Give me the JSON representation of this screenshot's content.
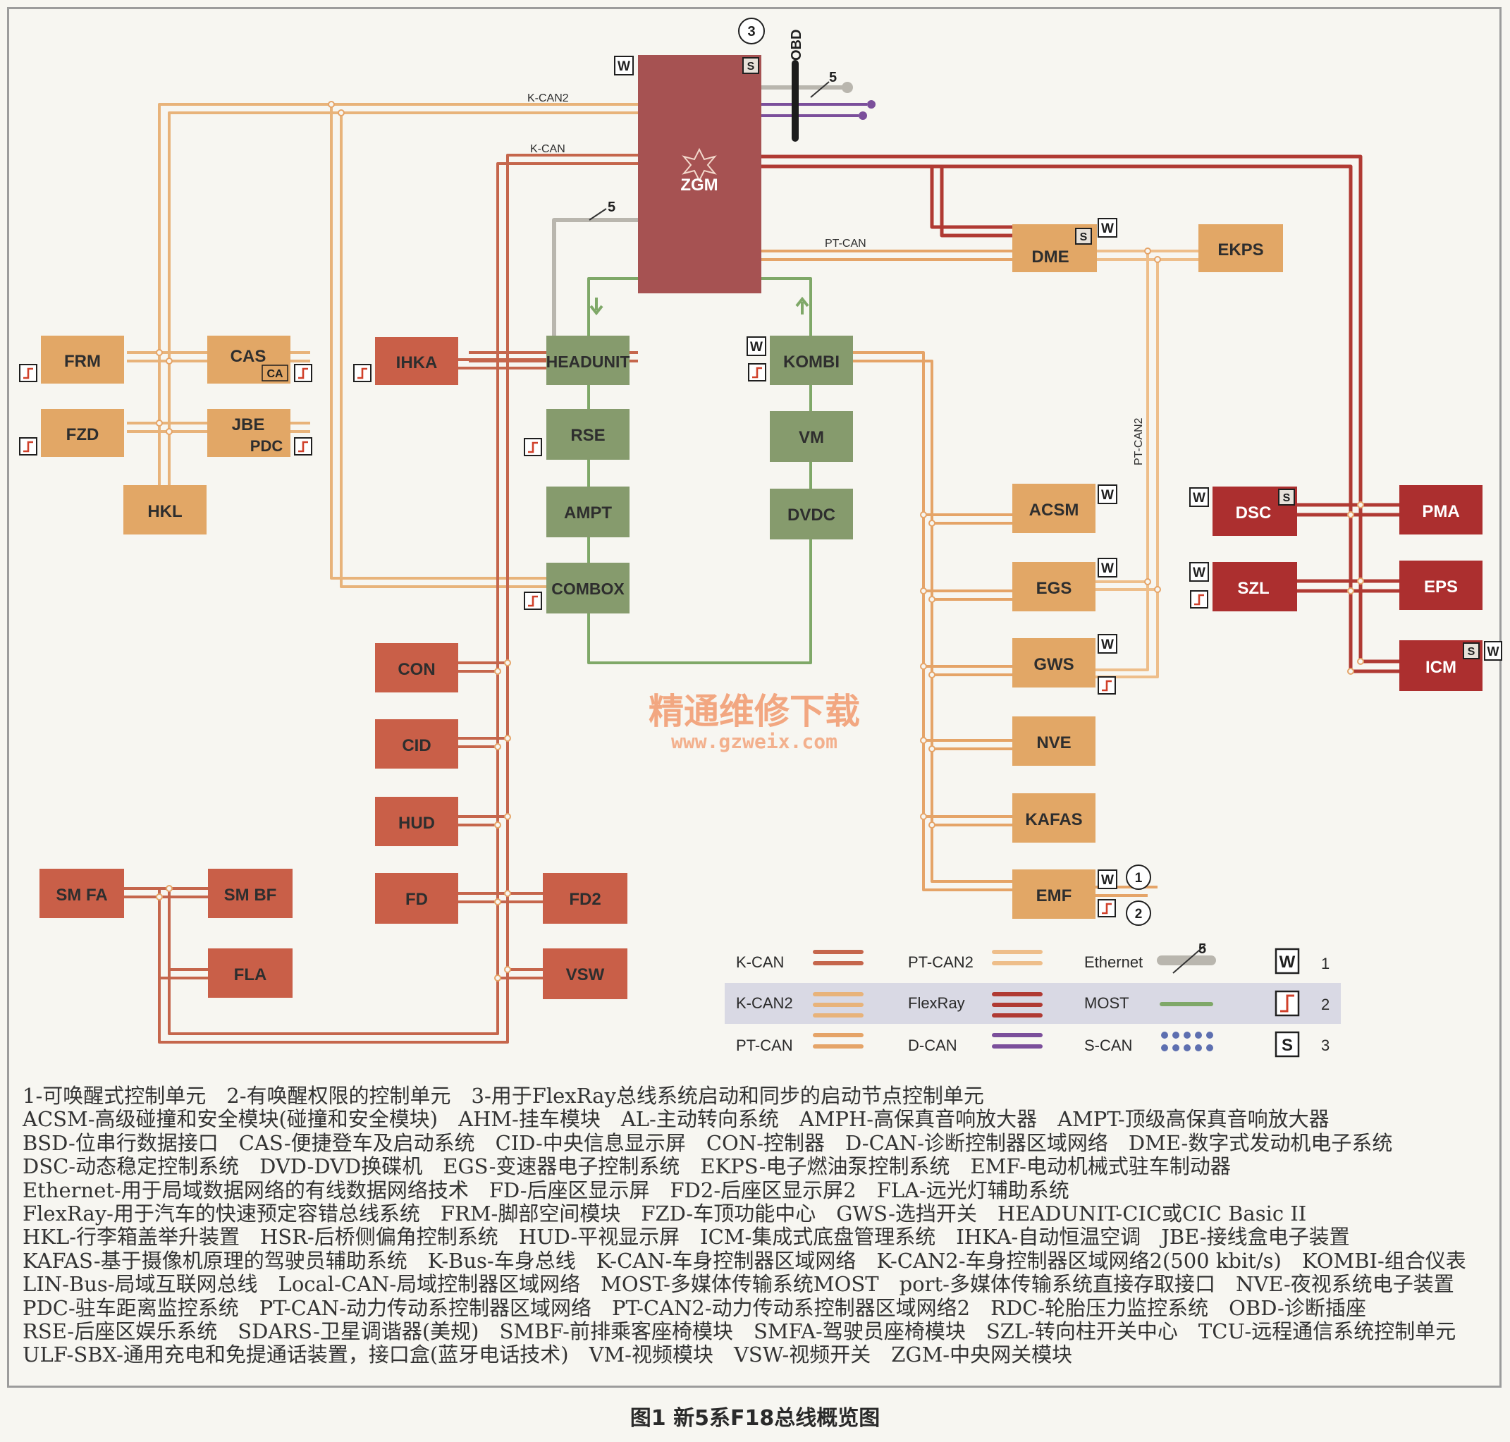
{
  "nodes": {
    "zgm": "ZGM",
    "frm": "FRM",
    "cas": "CAS",
    "cas_sub": "CA",
    "fzd": "FZD",
    "jbe": "JBE",
    "jbe_sub": "PDC",
    "hkl": "HKL",
    "ihka": "IHKA",
    "headunit": "HEADUNIT",
    "rse": "RSE",
    "ampt": "AMPT",
    "combox": "COMBOX",
    "kombi": "KOMBI",
    "vm": "VM",
    "dvdc": "DVDC",
    "dme": "DME",
    "ekps": "EKPS",
    "acsm": "ACSM",
    "egs": "EGS",
    "gws": "GWS",
    "nve": "NVE",
    "kafas": "KAFAS",
    "emf": "EMF",
    "dsc": "DSC",
    "pma": "PMA",
    "szl": "SZL",
    "eps": "EPS",
    "icm": "ICM",
    "con": "CON",
    "cid": "CID",
    "hud": "HUD",
    "fd": "FD",
    "fd2": "FD2",
    "vsw": "VSW",
    "smfa": "SM FA",
    "smbf": "SM BF",
    "fla": "FLA"
  },
  "bus_labels": {
    "kcan2": "K-CAN2",
    "kcan": "K-CAN",
    "ptcan": "PT-CAN",
    "ptcan2": "PT-CAN2",
    "obd": "OBD",
    "eth_count": "5"
  },
  "callouts": {
    "one": "1",
    "two": "2",
    "three": "3"
  },
  "badges": {
    "w": "W",
    "s": "S"
  },
  "legend": {
    "kcan": "K-CAN",
    "ptcan2": "PT-CAN2",
    "ethernet": "Ethernet",
    "eth_count": "5",
    "kcan2": "K-CAN2",
    "flexray": "FlexRay",
    "most": "MOST",
    "ptcan": "PT-CAN",
    "dcan": "D-CAN",
    "scan": "S-CAN",
    "key1": "1",
    "key2": "2",
    "key3": "3"
  },
  "colors": {
    "kcan": "#c5664c",
    "kcan2": "#e8b37a",
    "ptcan": "#e5a468",
    "ptcan2": "#eebe8a",
    "flexray": "#b03a33",
    "most": "#7fa868",
    "dcan": "#7b4f9b",
    "scan": "#5d6fb0",
    "ethernet": "#b9b6ae",
    "zgm": "#a65252",
    "node_tan": "#e2a766",
    "node_rust": "#c95f48",
    "node_green": "#869b6d",
    "node_red": "#ac2f2f"
  },
  "watermark": {
    "cn": "精通维修下载",
    "url": "www.gzweix.com"
  },
  "notes": [
    "1-可唤醒式控制单元　2-有唤醒权限的控制单元　3-用于FlexRay总线系统启动和同步的启动节点控制单元",
    "ACSM-高级碰撞和安全模块(碰撞和安全模块)　AHM-挂车模块　AL-主动转向系统　AMPH-高保真音响放大器　AMPT-顶级高保真音响放大器",
    "BSD-位串行数据接口　CAS-便捷登车及启动系统　CID-中央信息显示屏　CON-控制器　D-CAN-诊断控制器区域网络　DME-数字式发动机电子系统",
    "DSC-动态稳定控制系统　DVD-DVD换碟机　EGS-变速器电子控制系统　EKPS-电子燃油泵控制系统　EMF-电动机械式驻车制动器",
    "Ethernet-用于局域数据网络的有线数据网络技术　FD-后座区显示屏　FD2-后座区显示屏2　FLA-远光灯辅助系统",
    "FlexRay-用于汽车的快速预定容错总线系统　FRM-脚部空间模块　FZD-车顶功能中心　GWS-选挡开关　HEADUNIT-CIC或CIC Basic II",
    "HKL-行李箱盖举升装置　HSR-后桥侧偏角控制系统　HUD-平视显示屏　ICM-集成式底盘管理系统　IHKA-自动恒温空调　JBE-接线盒电子装置",
    "KAFAS-基于摄像机原理的驾驶员辅助系统　K-Bus-车身总线　K-CAN-车身控制器区域网络　K-CAN2-车身控制器区域网络2(500 kbit/s)　KOMBI-组合仪表",
    "LIN-Bus-局域互联网总线　Local-CAN-局域控制器区域网络　MOST-多媒体传输系统MOST　port-多媒体传输系统直接存取接口　NVE-夜视系统电子装置",
    "PDC-驻车距离监控系统　PT-CAN-动力传动系控制器区域网络　PT-CAN2-动力传动系控制器区域网络2　RDC-轮胎压力监控系统　OBD-诊断插座",
    "RSE-后座区娱乐系统　SDARS-卫星调谐器(美规)　SMBF-前排乘客座椅模块　SMFA-驾驶员座椅模块　SZL-转向柱开关中心　TCU-远程通信系统控制单元",
    "ULF-SBX-通用充电和免提通话装置，接口盒(蓝牙电话技术)　VM-视频模块　VSW-视频开关　ZGM-中央网关模块"
  ],
  "caption": "图1 新5系F18总线概览图"
}
